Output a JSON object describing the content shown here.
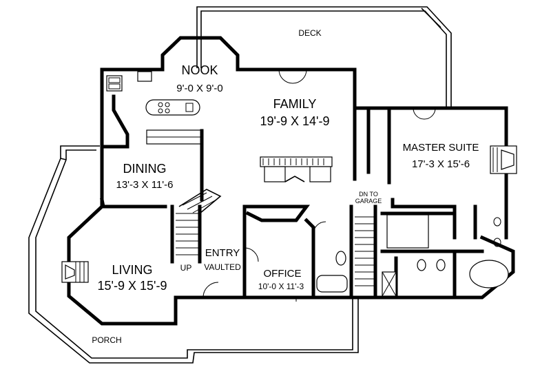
{
  "rooms": {
    "deck": {
      "name": "DECK"
    },
    "nook": {
      "name": "NOOK",
      "size": "9'-0 X 9'-0"
    },
    "family": {
      "name": "FAMILY",
      "size": "19'-9 X 14'-9"
    },
    "master": {
      "name": "MASTER SUITE",
      "size": "17'-3 X 15'-6"
    },
    "dining": {
      "name": "DINING",
      "size": "13'-3 X 11'-6"
    },
    "living": {
      "name": "LIVING",
      "size": "15'-9 X 15'-9"
    },
    "entry": {
      "name": "ENTRY",
      "note": "VAULTED"
    },
    "office": {
      "name": "OFFICE",
      "size": "10'-0 X 11'-3"
    },
    "porch": {
      "name": "PORCH"
    }
  },
  "notes": {
    "up": "UP",
    "dn_line1": "DN TO",
    "dn_line2": "GARAGE"
  }
}
